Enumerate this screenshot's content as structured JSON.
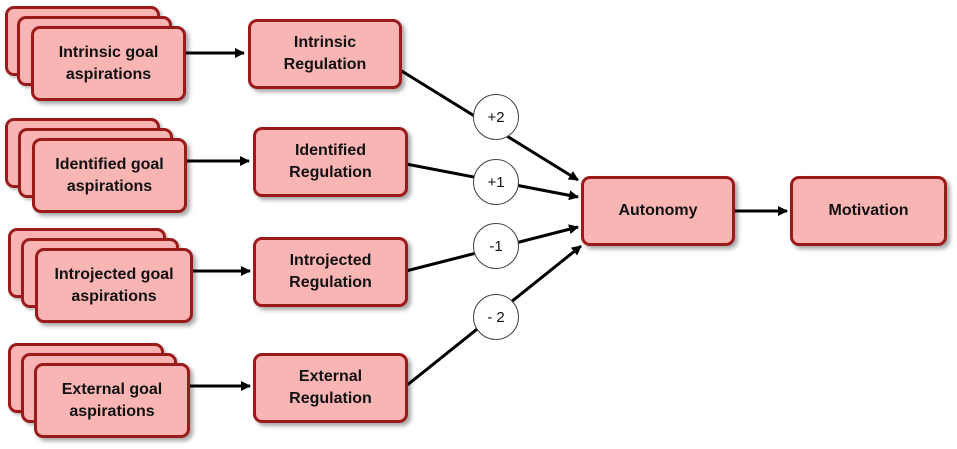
{
  "goals": [
    {
      "label": "Intrinsic goal\naspirations"
    },
    {
      "label": "Identified goal\naspirations"
    },
    {
      "label": "Introjected goal\naspirations"
    },
    {
      "label": "External goal\naspirations"
    }
  ],
  "regulations": [
    {
      "label": "Intrinsic\nRegulation",
      "weight": "+2"
    },
    {
      "label": "Identified\nRegulation",
      "weight": "+1"
    },
    {
      "label": "Introjected\nRegulation",
      "weight": "-1"
    },
    {
      "label": "External\nRegulation",
      "weight": "- 2"
    }
  ],
  "autonomy": {
    "label": "Autonomy"
  },
  "motivation": {
    "label": "Motivation"
  },
  "colors": {
    "box_fill": "#f9b4b4",
    "box_border": "#9b1b1b",
    "arrow": "#000000"
  }
}
